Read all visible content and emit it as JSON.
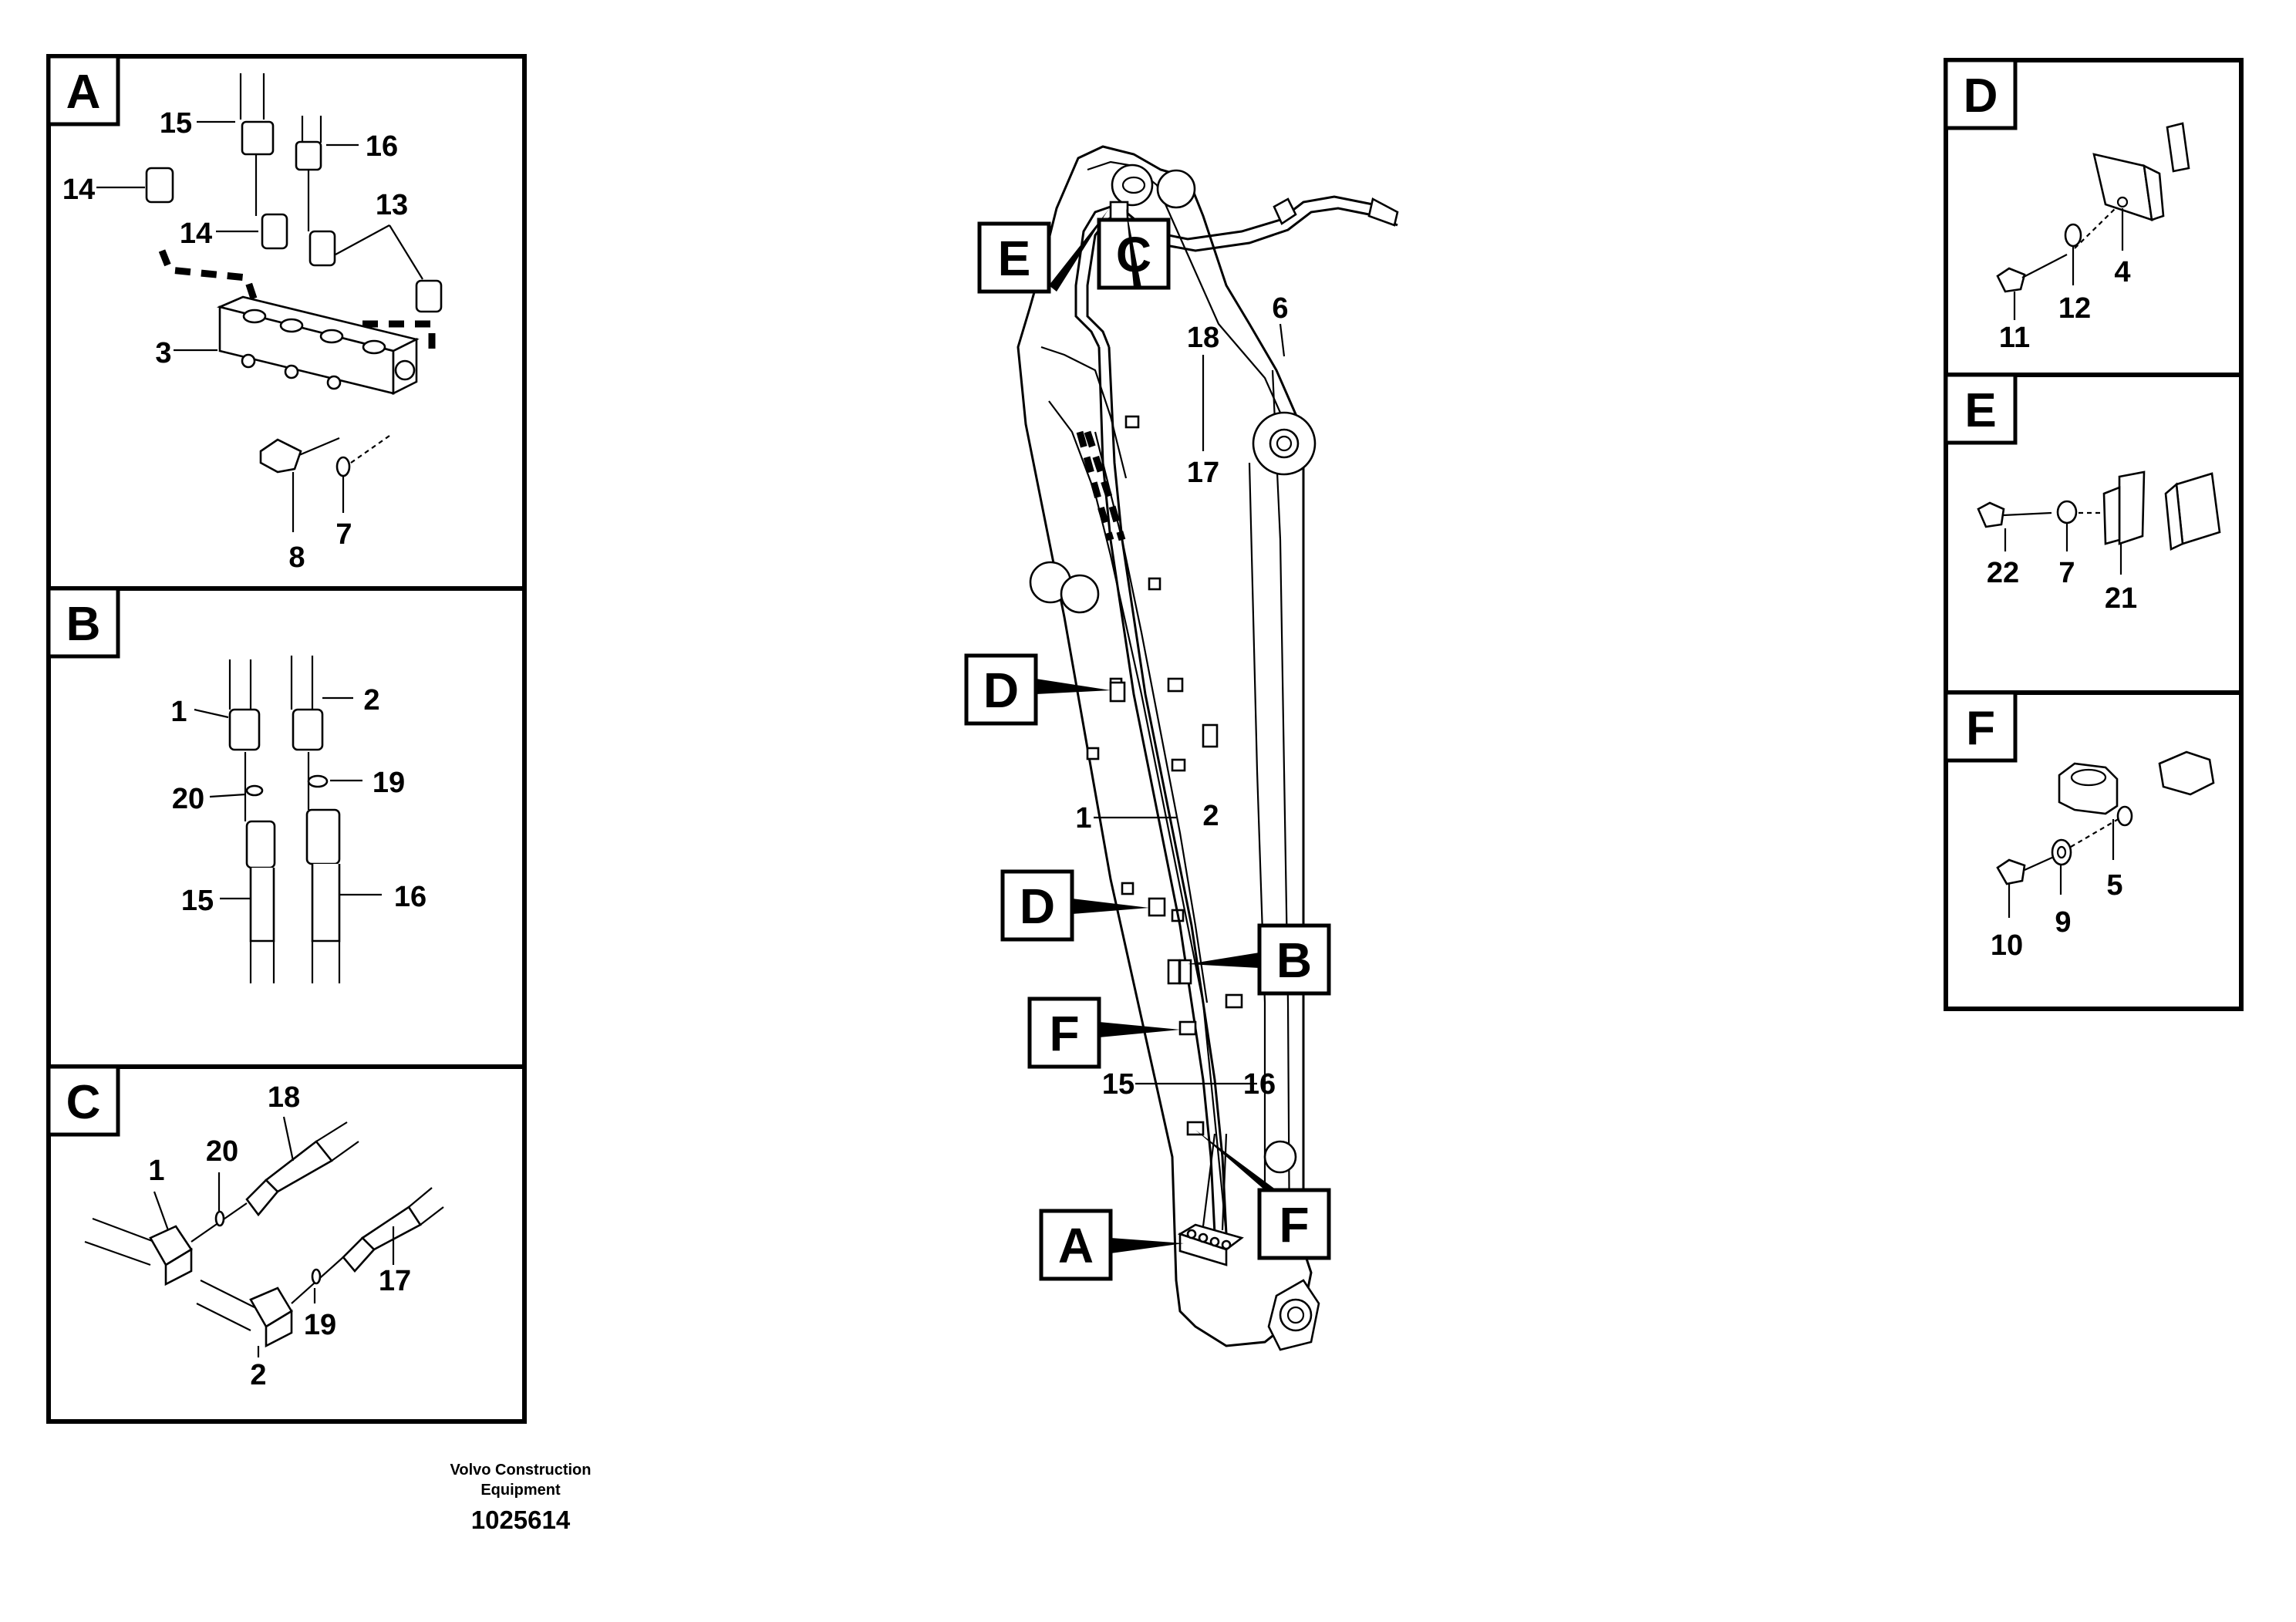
{
  "panels": [
    {
      "letter": "A",
      "labels": [
        "14",
        "15",
        "16",
        "14",
        "13",
        "3",
        "7",
        "8"
      ]
    },
    {
      "letter": "B",
      "labels": [
        "1",
        "2",
        "20",
        "19",
        "15",
        "16"
      ]
    },
    {
      "letter": "C",
      "labels": [
        "18",
        "20",
        "1",
        "17",
        "19",
        "2"
      ]
    },
    {
      "letter": "D",
      "labels": [
        "11",
        "12",
        "4"
      ]
    },
    {
      "letter": "E",
      "labels": [
        "22",
        "7",
        "21"
      ]
    },
    {
      "letter": "F",
      "labels": [
        "10",
        "9",
        "5"
      ]
    }
  ],
  "main": {
    "callouts": [
      "E",
      "C",
      "D",
      "D",
      "B",
      "F",
      "F",
      "A"
    ],
    "labels": [
      "18",
      "6",
      "17",
      "1",
      "2",
      "15",
      "16"
    ]
  },
  "footer": {
    "company": "Volvo Construction Equipment",
    "drawing_number": "1025614"
  }
}
